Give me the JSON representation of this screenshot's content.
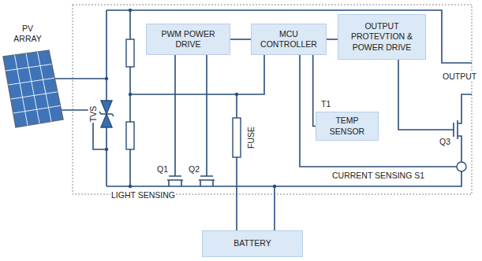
{
  "diagram": {
    "nodes": [
      {
        "text": [
          "PV ARRAY"
        ]
      },
      {
        "text": [
          "PWM POWER DRIVE"
        ]
      },
      {
        "text": [
          "MCU CONTROLLER"
        ]
      },
      {
        "text": [
          "OUTPUT PROTEVTION & POWER DRIVE"
        ]
      },
      {
        "text": [
          "TEMP SENSOR"
        ]
      },
      {
        "text": [
          "BATTERY"
        ]
      }
    ],
    "edges": [
      {
        "from": 1,
        "to": 2,
        "arrow": "none"
      },
      {
        "from": 2,
        "to": 3,
        "arrow": "none"
      },
      {
        "from": 2,
        "to": 4,
        "arrow": "none"
      }
    ],
    "labels": [
      "TVS",
      "FUSE",
      "Q1",
      "Q2",
      "Q3",
      "T1",
      "LIGHT SENSING",
      "CURRENT SENSING S1",
      "OUTPUT"
    ]
  }
}
